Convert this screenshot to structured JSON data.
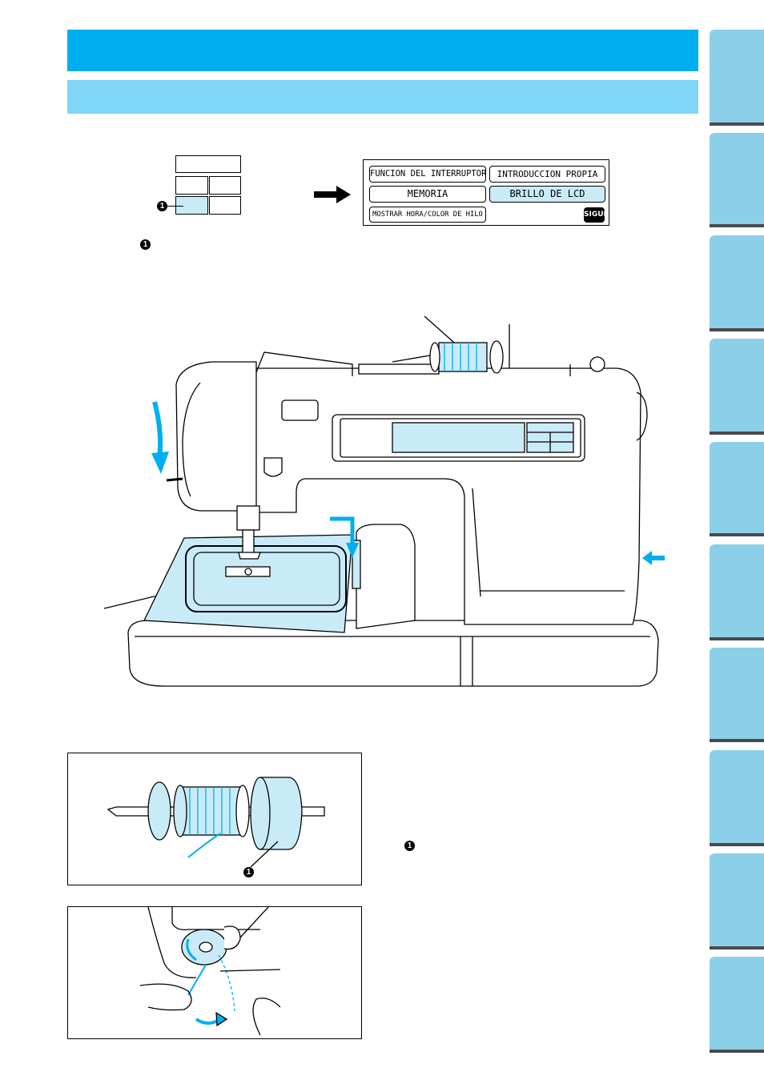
{
  "lcd_screen": {
    "buttons": [
      {
        "label": "FUNCION DEL INTERRUPTOR",
        "selected": false
      },
      {
        "label": "INTRODUCCION PROPIA",
        "selected": false
      },
      {
        "label": "MEMORIA",
        "selected": false
      },
      {
        "label": "BRILLO DE LCD",
        "selected": true
      },
      {
        "label": "MOSTRAR HORA/COLOR DE HILO",
        "selected": false
      }
    ],
    "next_label": "SIGUI"
  },
  "markers": {
    "key_grid": "1",
    "caption": "1",
    "spool_cap": "1",
    "spool_text": "1"
  },
  "colors": {
    "header_blue": "#00aeef",
    "subheader_blue": "#7fd6f7",
    "tab_blue": "#8ccfe8",
    "highlight_blue": "#c9ebf8"
  },
  "icons": {
    "arrow": "right-arrow-icon",
    "handwheel_arrow": "curved-down-arrow-icon",
    "side_arrow": "left-arrow-icon"
  }
}
